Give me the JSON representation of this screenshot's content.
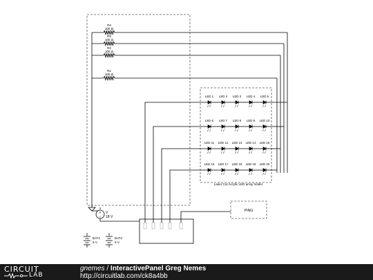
{
  "resistors": [
    {
      "ref": "R4",
      "value": "100 Ω"
    },
    {
      "ref": "R3",
      "value": "100 Ω"
    },
    {
      "ref": "R2",
      "value": "100 Ω"
    },
    {
      "ref": "R1",
      "value": "100 Ω"
    }
  ],
  "led_rows": [
    [
      "LED 1",
      "LED 2",
      "LED 3",
      "LED 4",
      "LED 5"
    ],
    [
      "LED 6",
      "LED 7",
      "LED 8",
      "LED 9",
      "LED 10"
    ],
    [
      "LED 11",
      "LED 12",
      "LED 13",
      "LED 14",
      "LED 15"
    ],
    [
      "LED 16",
      "LED 17",
      "LED 18",
      "LED 19",
      "LED 20"
    ]
  ],
  "led_holder_label": "Laser Cut Acrylic LED array holder",
  "source": {
    "ref": "V",
    "value": "18 V"
  },
  "batteries": [
    {
      "ref": "BAT1",
      "value": "9 V"
    },
    {
      "ref": "BAT2",
      "value": "9 V"
    }
  ],
  "ping_label": "PING",
  "footer": {
    "logo_top": "CIRCUIT",
    "logo_bottom": "LAB",
    "user": "gnemes",
    "separator": " / ",
    "title": "InteractivePanel Greg Nemes",
    "url": "http://circuitlab.com/ck8a4bb"
  }
}
